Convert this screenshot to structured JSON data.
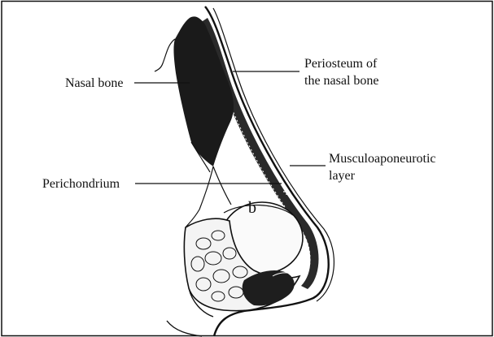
{
  "labels": {
    "nasal_bone": "Nasal bone",
    "periosteum_line1": "Periosteum of",
    "periosteum_line2": "the nasal bone",
    "musculo_line1": "Musculoaponeurotic",
    "musculo_line2": "layer",
    "perichondrium": "Perichondrium",
    "marker_b": "b"
  }
}
